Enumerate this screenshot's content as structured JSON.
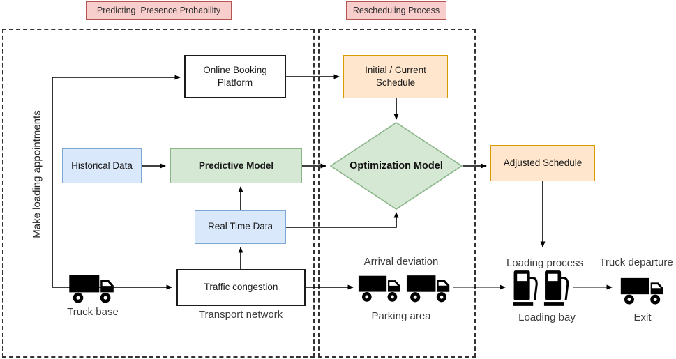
{
  "section_titles": {
    "predicting": "Predicting  Presence Probability",
    "rescheduling": "Rescheduling Process"
  },
  "nodes": {
    "online_booking": "Online Booking Platform",
    "initial_schedule": "Initial / Current Schedule",
    "historical_data": "Historical Data",
    "predictive_model": "Predictive Model",
    "real_time_data": "Real Time Data",
    "traffic_congestion": "Traffic congestion",
    "optimization_model": "Optimization Model",
    "adjusted_schedule": "Adjusted Schedule"
  },
  "labels": {
    "make_loading_appointments": "Make loading appointments",
    "truck_base": "Truck base",
    "transport_network": "Transport network",
    "arrival_deviation": "Arrival deviation",
    "parking_area": "Parking area",
    "loading_process": "Loading process",
    "loading_bay": "Loading bay",
    "truck_departure": "Truck departure",
    "exit": "Exit"
  },
  "icons": {
    "truck": "truck-icon",
    "fuel_pump": "fuel-pump-icon"
  },
  "colors": {
    "section_title_fill": "#f8cecc",
    "section_title_border": "#b85450",
    "blue_fill": "#dae8fc",
    "blue_border": "#7ea6d6",
    "green_fill": "#d5e8d4",
    "green_border": "#8ab588",
    "orange_fill": "#ffe6cc",
    "orange_border": "#d79b00",
    "plain_fill": "#ffffff",
    "plain_border": "#1a1a1a",
    "arrow": "#000000",
    "icon": "#000000"
  }
}
